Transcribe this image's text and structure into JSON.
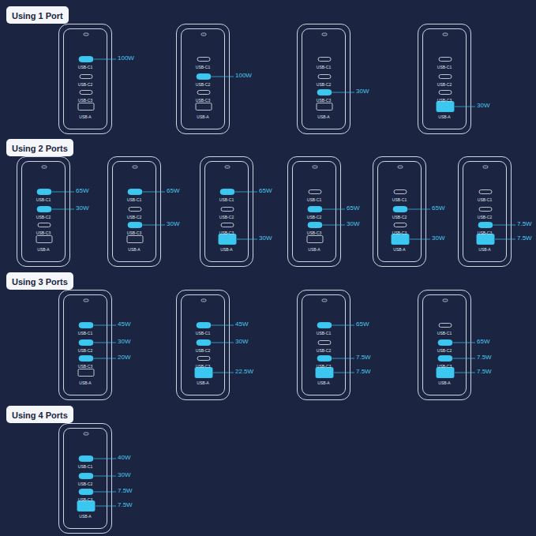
{
  "diagram": {
    "nodes": [
      {
        "text": [
          "Using 1 Port"
        ]
      },
      {
        "text": [
          "USB-C1",
          "100W",
          "USB-C2",
          "USB-C3",
          "USB-A"
        ]
      },
      {
        "text": [
          "USB-C1",
          "USB-C2",
          "100W",
          "USB-C3",
          "USB-A"
        ]
      },
      {
        "text": [
          "USB-C1",
          "USB-C2",
          "USB-C3",
          "30W",
          "USB-A"
        ]
      },
      {
        "text": [
          "USB-C1",
          "USB-C2",
          "USB-C3",
          "USB-A",
          "30W"
        ]
      },
      {
        "text": [
          "Using 2 Ports"
        ]
      },
      {
        "text": [
          "USB-C1",
          "65W",
          "USB-C2",
          "30W",
          "USB-C3",
          "USB-A"
        ]
      },
      {
        "text": [
          "USB-C1",
          "65W",
          "USB-C2",
          "USB-C3",
          "30W",
          "USB-A"
        ]
      },
      {
        "text": [
          "USB-C1",
          "65W",
          "USB-C2",
          "USB-C3",
          "USB-A",
          "30W"
        ]
      },
      {
        "text": [
          "USB-C1",
          "USB-C2",
          "65W",
          "USB-C3",
          "30W",
          "USB-A"
        ]
      },
      {
        "text": [
          "USB-C1",
          "USB-C2",
          "65W",
          "USB-C3",
          "USB-A",
          "30W"
        ]
      },
      {
        "text": [
          "USB-C1",
          "USB-C2",
          "USB-C3",
          "7.5W",
          "USB-A",
          "7.5W"
        ]
      },
      {
        "text": [
          "Using 3 Ports"
        ]
      },
      {
        "text": [
          "USB-C1",
          "45W",
          "USB-C2",
          "30W",
          "USB-C3",
          "20W",
          "USB-A"
        ]
      },
      {
        "text": [
          "USB-C1",
          "45W",
          "USB-C2",
          "30W",
          "USB-C3",
          "USB-A",
          "22.5W"
        ]
      },
      {
        "text": [
          "USB-C1",
          "65W",
          "USB-C2",
          "USB-C3",
          "7.5W",
          "USB-A",
          "7.5W"
        ]
      },
      {
        "text": [
          "USB-C1",
          "USB-C2",
          "65W",
          "USB-C3",
          "7.5W",
          "USB-A",
          "7.5W"
        ]
      },
      {
        "text": [
          "Using 4 Ports"
        ]
      },
      {
        "text": [
          "USB-C1",
          "40W",
          "USB-C2",
          "30W",
          "USB-C3",
          "7.5W",
          "USB-A",
          "7.5W"
        ]
      }
    ]
  }
}
